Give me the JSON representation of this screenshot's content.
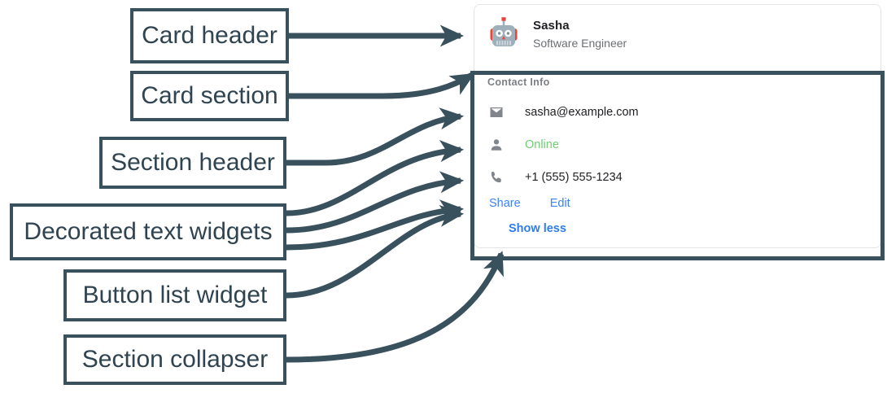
{
  "annotations": [
    {
      "id": "card-header",
      "label": "Card header"
    },
    {
      "id": "card-section",
      "label": "Card section"
    },
    {
      "id": "section-header",
      "label": "Section header"
    },
    {
      "id": "decorated-text",
      "label": "Decorated text widgets"
    },
    {
      "id": "button-list",
      "label": "Button list widget"
    },
    {
      "id": "section-collapser",
      "label": "Section collapser"
    }
  ],
  "card": {
    "header": {
      "avatar_icon": "robot-avatar-icon",
      "name": "Sasha",
      "subtitle": "Software Engineer"
    },
    "section": {
      "header": "Contact Info",
      "rows": [
        {
          "icon": "email-icon",
          "text": "sasha@example.com",
          "style": "default"
        },
        {
          "icon": "person-icon",
          "text": "Online",
          "style": "online"
        },
        {
          "icon": "phone-icon",
          "text": "+1 (555) 555-1234",
          "style": "default"
        }
      ],
      "buttons": [
        {
          "label": "Share"
        },
        {
          "label": "Edit"
        }
      ],
      "collapser": "Show less"
    }
  },
  "colors": {
    "annotation_stroke": "#39505d",
    "link_blue": "#3b82f6",
    "collapser_blue": "#2f7bf0",
    "online_green": "#6fcf72",
    "muted_grey": "#7a7f83",
    "icon_grey": "#80868b",
    "card_border": "#e3e4e6",
    "avatar_body": "#9fb0bb",
    "avatar_accent": "#e8453c"
  }
}
